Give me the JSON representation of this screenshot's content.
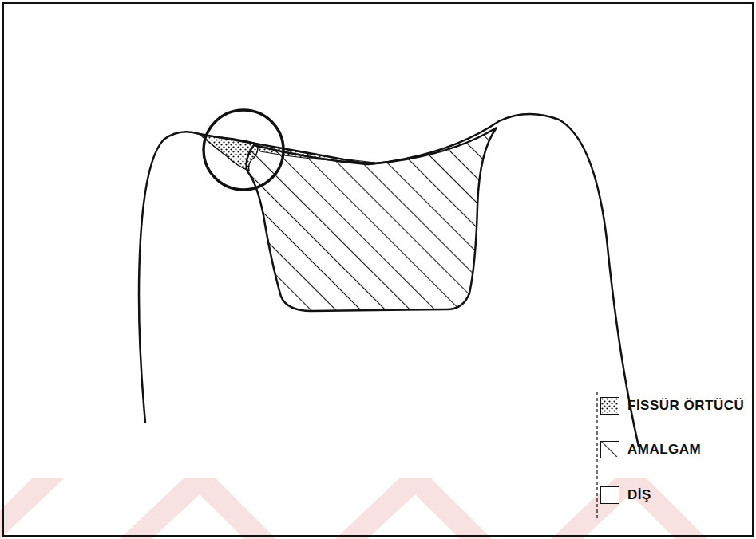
{
  "diagram": {
    "legend": [
      {
        "text": "FİSSÜR ÖRTÜCÜ"
      },
      {
        "text": "AMALGAM"
      },
      {
        "text": "DİŞ",
        "color": "#ffffff"
      }
    ]
  }
}
